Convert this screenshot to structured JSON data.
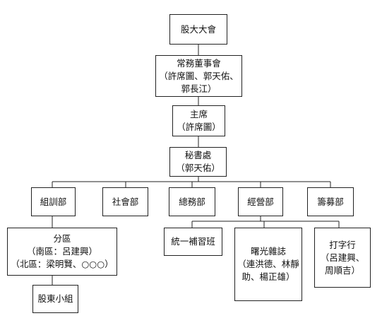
{
  "nodes": {
    "shareholders_meeting": {
      "lines": [
        "股大大會"
      ]
    },
    "standing_board": {
      "lines": [
        "常務董事會",
        "（許席圖、郭天佑、",
        "郭長江）"
      ]
    },
    "chairman": {
      "lines": [
        "主席",
        "（許席圖）"
      ]
    },
    "secretariat": {
      "lines": [
        "秘書處",
        "（郭天佑）"
      ]
    },
    "training_dept": {
      "lines": [
        "組訓部"
      ]
    },
    "social_dept": {
      "lines": [
        "社會部"
      ]
    },
    "general_affairs_dept": {
      "lines": [
        "總務部"
      ]
    },
    "business_dept": {
      "lines": [
        "經營部"
      ]
    },
    "fundraising_dept": {
      "lines": [
        "籌募部"
      ]
    },
    "district": {
      "lines": [
        "分區",
        "（南區：呂建興）",
        "（北區：梁明賢、○○○）"
      ]
    },
    "tutoring_class": {
      "lines": [
        "統一補習班"
      ]
    },
    "dawn_magazine": {
      "lines": [
        "曙光雜誌",
        "（連洪德、林靜",
        "助、楊正雄）"
      ]
    },
    "typing_shop": {
      "lines": [
        "打字行",
        "（呂建興、",
        "周順吉）"
      ]
    },
    "shareholder_group": {
      "lines": [
        "股東小組"
      ]
    }
  }
}
